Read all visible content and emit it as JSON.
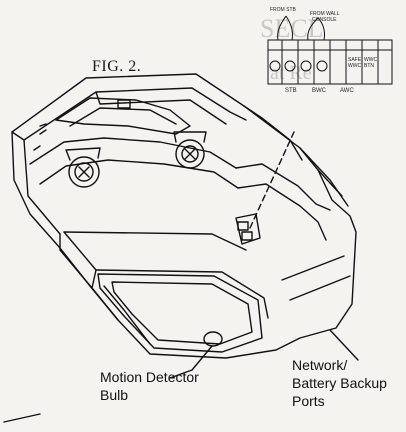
{
  "figure": {
    "title": "FIG. 2."
  },
  "callouts": {
    "motion_detector": [
      "Motion Detector",
      "Bulb"
    ],
    "network": [
      "Network/",
      "Battery Backup",
      "Ports"
    ]
  },
  "terminal_strip": {
    "top_left_label": "FROM STB",
    "top_right_label": [
      "FROM WALL",
      "CONSOLE"
    ],
    "codes": [
      "STB",
      "BWC",
      "AWC"
    ],
    "small_labels": [
      "SAFE",
      "WWC",
      "WWC",
      "BTN"
    ]
  }
}
